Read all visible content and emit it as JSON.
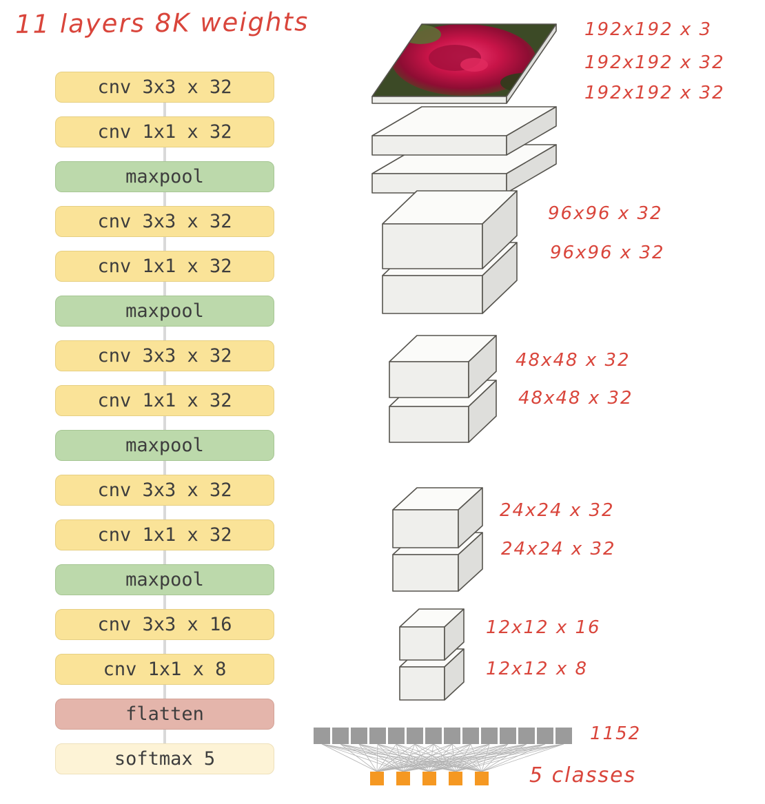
{
  "title": "11 layers 8K weights",
  "network": {
    "layers": [
      {
        "label": "cnv 3x3 x 32",
        "type": "conv"
      },
      {
        "label": "cnv 1x1 x 32",
        "type": "conv"
      },
      {
        "label": "maxpool",
        "type": "pool"
      },
      {
        "label": "cnv 3x3 x 32",
        "type": "conv"
      },
      {
        "label": "cnv 1x1 x 32",
        "type": "conv"
      },
      {
        "label": "maxpool",
        "type": "pool"
      },
      {
        "label": "cnv 3x3 x 32",
        "type": "conv"
      },
      {
        "label": "cnv 1x1 x 32",
        "type": "conv"
      },
      {
        "label": "maxpool",
        "type": "pool"
      },
      {
        "label": "cnv 3x3 x 32",
        "type": "conv"
      },
      {
        "label": "cnv 1x1 x 32",
        "type": "conv"
      },
      {
        "label": "maxpool",
        "type": "pool"
      },
      {
        "label": "cnv 3x3 x 16",
        "type": "conv"
      },
      {
        "label": "cnv 1x1 x 8",
        "type": "conv"
      },
      {
        "label": "flatten",
        "type": "flatten"
      },
      {
        "label": "softmax 5",
        "type": "softmax"
      }
    ]
  },
  "feature_maps": {
    "annotations": [
      "192x192 x 3",
      "192x192 x 32",
      "192x192 x 32",
      "96x96 x 32",
      "96x96 x 32",
      "48x48 x 32",
      "48x48 x 32",
      "24x24 x 32",
      "24x24 x 32",
      "12x12 x 16",
      "12x12 x 8",
      "1152",
      "5 classes"
    ],
    "flatten_units": 14,
    "class_units": 5
  },
  "colors": {
    "conv": "#fae398",
    "pool": "#bcd9ab",
    "flatten": "#e4b5ab",
    "softmax": "#fdf3d6",
    "annotation": "#d9453b",
    "flatten_square": "#9b9b9b",
    "class_square": "#f59822"
  }
}
